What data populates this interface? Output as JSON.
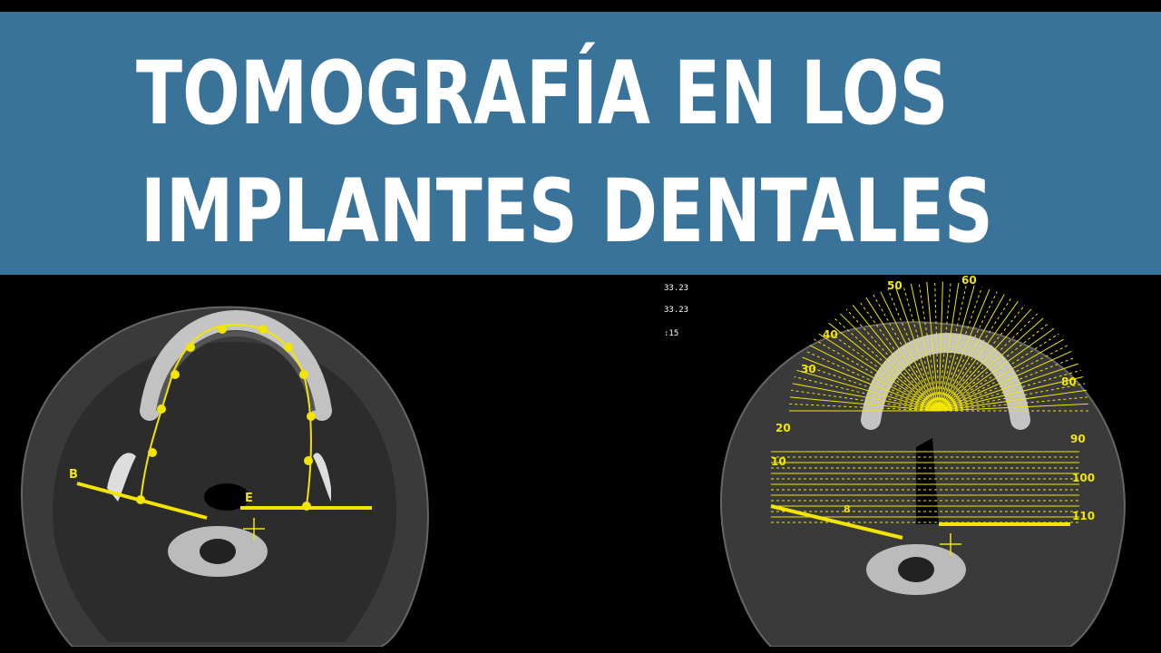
{
  "banner": {
    "title_line1": "TOMOGRAFÍA  EN LOS",
    "title_line2": "IMPLANTES DENTALES",
    "color": "#39739a"
  },
  "left_scan": {
    "labels": {
      "b": "B",
      "e": "E"
    }
  },
  "right_scan": {
    "annotations": [
      "33.23",
      "33.23",
      ":15"
    ],
    "angle_labels": [
      "10",
      "20",
      "30",
      "40",
      "50",
      "60",
      "80",
      "90",
      "100",
      "110",
      "8"
    ]
  },
  "colors": {
    "overlay": "#f2e600",
    "background": "#000000"
  }
}
